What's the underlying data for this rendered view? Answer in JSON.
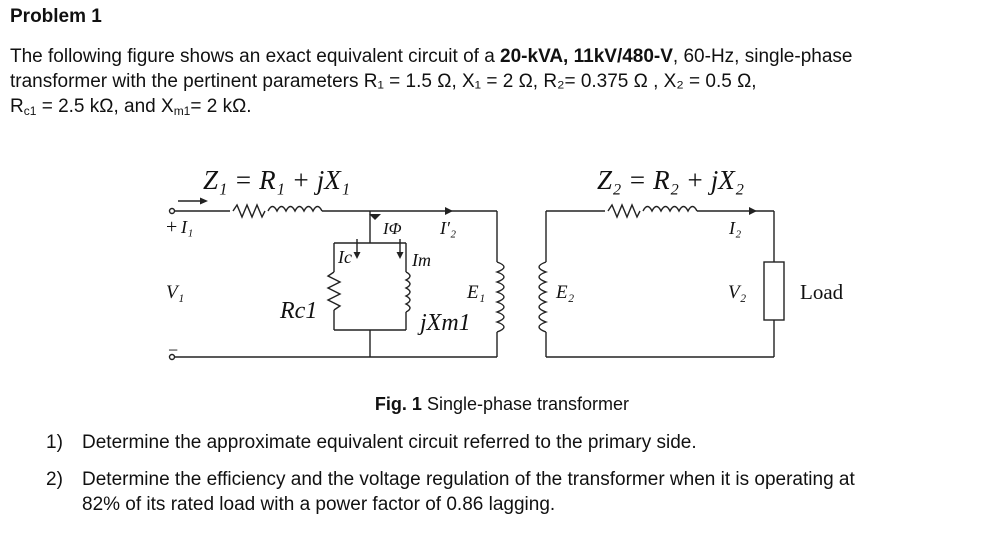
{
  "title": "Problem 1",
  "intro": {
    "line1_a": "The following figure shows an exact equivalent circuit of a ",
    "line1_bold": "20-kVA, 11kV/480-V",
    "line1_b": ", 60-Hz, single-phase",
    "line2": "transformer with the pertinent parameters R₁ = 1.5 Ω, X₁ = 2 Ω, R₂= 0.375 Ω , X₂ = 0.5 Ω,",
    "line3_a": "R",
    "line3_sub1": "c1",
    "line3_b": " = 2.5 kΩ, and X",
    "line3_sub2": "m1",
    "line3_c": "= 2 kΩ."
  },
  "figure": {
    "z1_label": "Z₁ = R₁ + jX₁",
    "z2_label": "Z₂ = R₂ + jX₂",
    "plus": "+",
    "minus": "−",
    "i1": "I₁",
    "i_phi": "IΦ",
    "i2_prime": "I′₂",
    "i2": "I₂",
    "ic": "Ic",
    "im": "Im",
    "v1": "V₁",
    "v2": "V₂",
    "e1": "E₁",
    "e2": "E₂",
    "rc1": "Rc1",
    "jxm1": "jXm1",
    "load": "Load"
  },
  "caption": {
    "label": "Fig. 1",
    "text": "Single-phase transformer"
  },
  "questions": [
    {
      "num": "1)",
      "lines": [
        "Determine the approximate equivalent circuit referred to the primary side."
      ]
    },
    {
      "num": "2)",
      "lines": [
        "Determine the efficiency and the voltage regulation of the transformer when it is operating at",
        "82% of its rated load with a power factor of 0.86 lagging."
      ]
    }
  ]
}
